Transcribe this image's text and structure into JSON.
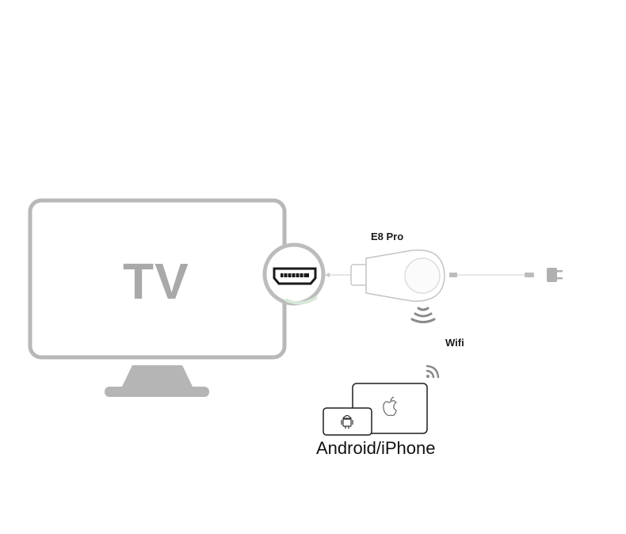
{
  "tv": {
    "label": "TV",
    "color": "#b3b3b3"
  },
  "dongle": {
    "label": "E8 Pro"
  },
  "connection": {
    "label": "Wifi"
  },
  "devices": {
    "label": "Android/iPhone"
  },
  "icons": {
    "hdmi": "hdmi-port-icon",
    "wifi_dongle": "wifi-signal-icon",
    "wifi_phone": "wifi-signal-icon",
    "android": "android-icon",
    "apple": "apple-icon",
    "plug": "power-plug-icon"
  }
}
